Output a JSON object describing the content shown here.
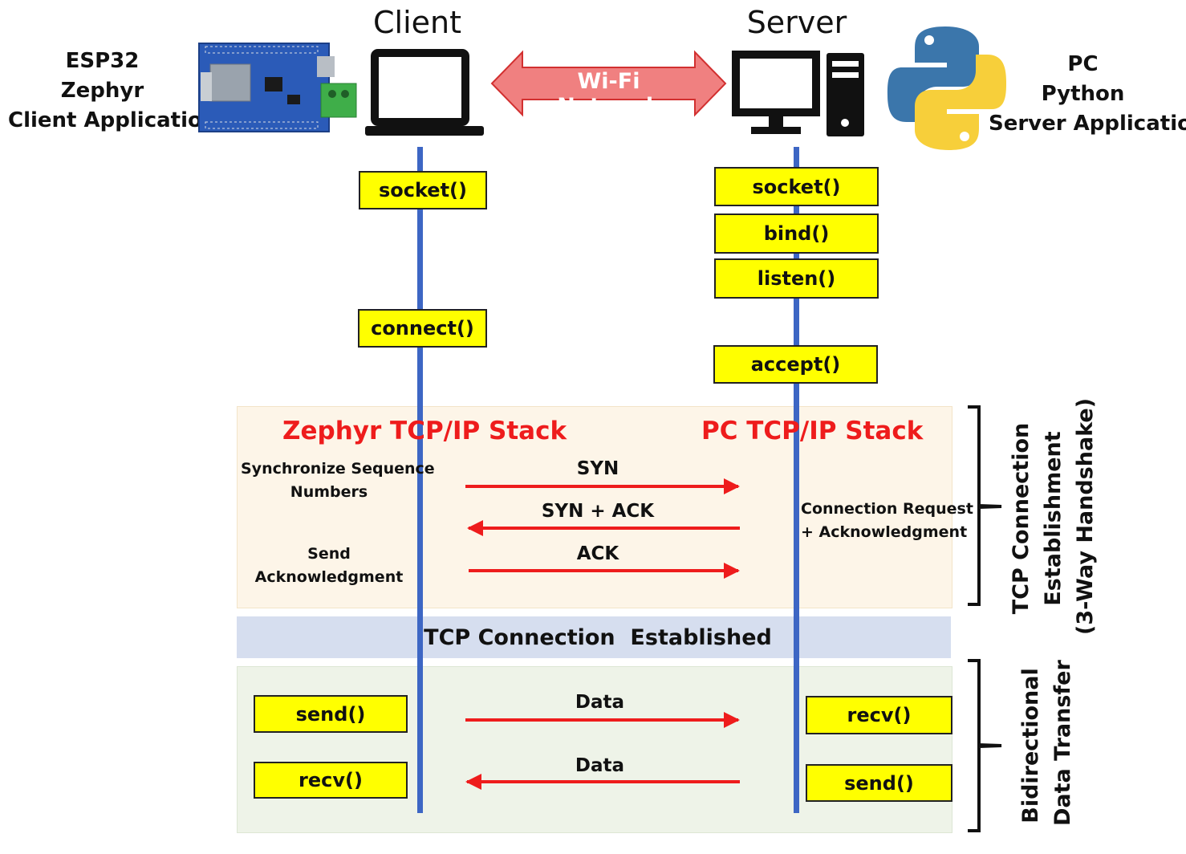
{
  "header": {
    "client_title": "Client",
    "server_title": "Server",
    "network_label": "Wi-Fi Network",
    "client_desc": [
      "ESP32",
      "Zephyr",
      "Client Application"
    ],
    "server_desc": [
      "PC",
      "Python",
      "Server Application"
    ]
  },
  "client_calls": {
    "socket": "socket()",
    "connect": "connect()",
    "send": "send()",
    "recv": "recv()"
  },
  "server_calls": {
    "socket": "socket()",
    "bind": "bind()",
    "listen": "listen()",
    "accept": "accept()",
    "recv": "recv()",
    "send": "send()"
  },
  "handshake": {
    "client_stack": "Zephyr TCP/IP Stack",
    "server_stack": "PC TCP/IP Stack",
    "client_note_1": [
      "Synchronize Sequence",
      "Numbers"
    ],
    "client_note_2": [
      "Send",
      "Acknowledgment"
    ],
    "server_note": [
      "Connection Request",
      "+ Acknowledgment"
    ],
    "messages": [
      "SYN",
      "SYN + ACK",
      "ACK"
    ],
    "brace_label": [
      "TCP Connection",
      "Establishment",
      "(3-Way Handshake)"
    ]
  },
  "established_label": "TCP Connection  Established",
  "transfer": {
    "messages": [
      "Data",
      "Data"
    ],
    "brace_label": [
      "Bidirectional",
      "Data Transfer"
    ]
  },
  "colors": {
    "function_box": "#ffff00",
    "lifeline": "#3d66c4",
    "arrow": "#ee1c1c",
    "handshake_panel": "#fdf5e8",
    "established_band": "#d6deef",
    "transfer_panel": "#eef3e8",
    "network_arrow": "#f08080"
  }
}
